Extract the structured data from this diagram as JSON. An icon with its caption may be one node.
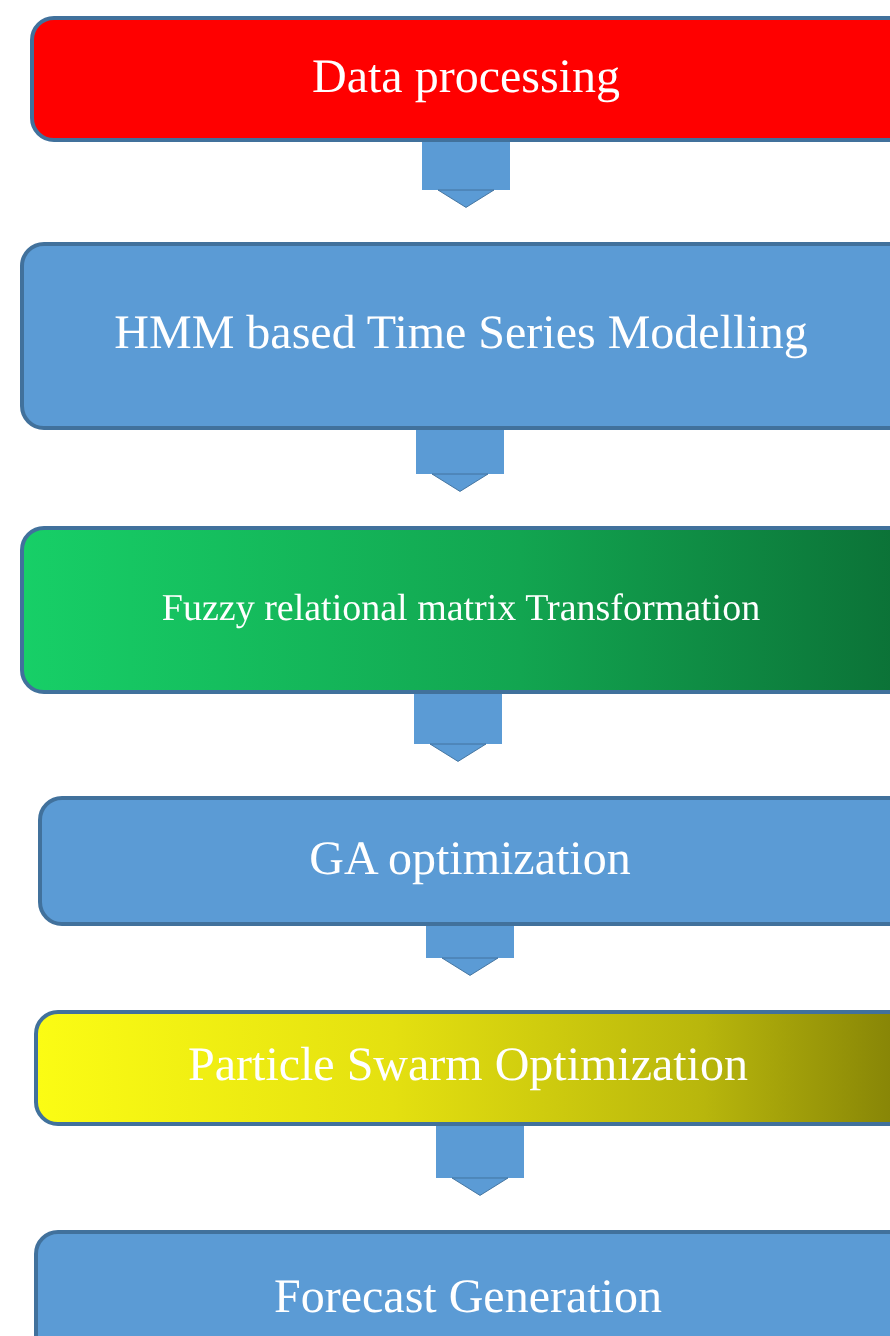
{
  "diagram": {
    "nodes": [
      {
        "text": [
          "Data processing"
        ]
      },
      {
        "text": [
          "HMM based Time Series Modelling"
        ]
      },
      {
        "text": [
          "Fuzzy relational matrix Transformation"
        ]
      },
      {
        "text": [
          "GA optimization"
        ]
      },
      {
        "text": [
          "Particle Swarm Optimization"
        ]
      },
      {
        "text": [
          "Forecast Generation"
        ]
      }
    ],
    "edges": [
      {
        "from": 0,
        "to": 1,
        "arrow": "to"
      },
      {
        "from": 1,
        "to": 2,
        "arrow": "to"
      },
      {
        "from": 2,
        "to": 3,
        "arrow": "to"
      },
      {
        "from": 3,
        "to": 4,
        "arrow": "to"
      },
      {
        "from": 4,
        "to": 5,
        "arrow": "to"
      }
    ]
  }
}
